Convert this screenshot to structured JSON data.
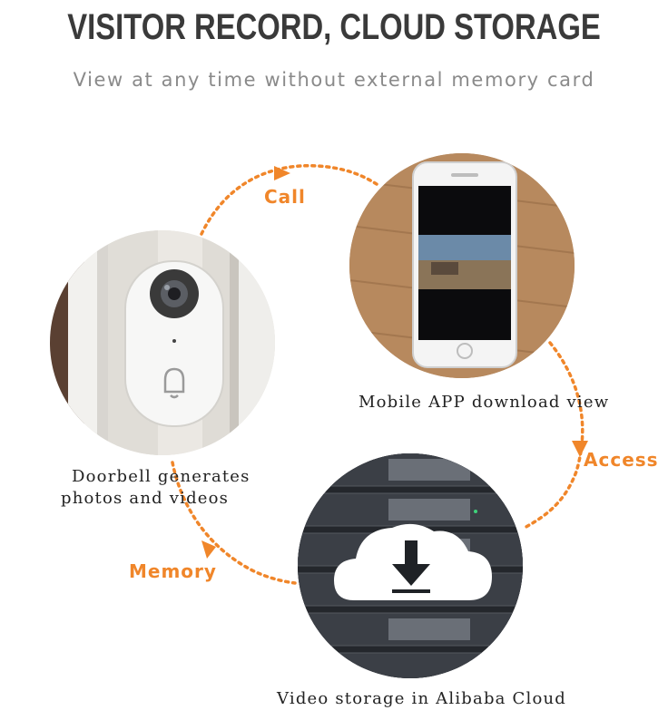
{
  "header": {
    "title": "VISITOR RECORD, CLOUD STORAGE",
    "subtitle": "View at any time without external memory card"
  },
  "nodes": {
    "mobile": {
      "caption": "Mobile APP download view"
    },
    "doorbell": {
      "caption_line1": "Doorbell generates",
      "caption_line2": "photos and videos"
    },
    "cloud": {
      "caption": "Video storage in Alibaba Cloud"
    }
  },
  "flow": {
    "call_label": "Call",
    "access_label": "Access",
    "memory_label": "Memory",
    "color": "#f0862a"
  },
  "icons": [
    "doorbell-device-image",
    "smartphone-image",
    "cloud-download-icon",
    "bell-icon"
  ]
}
